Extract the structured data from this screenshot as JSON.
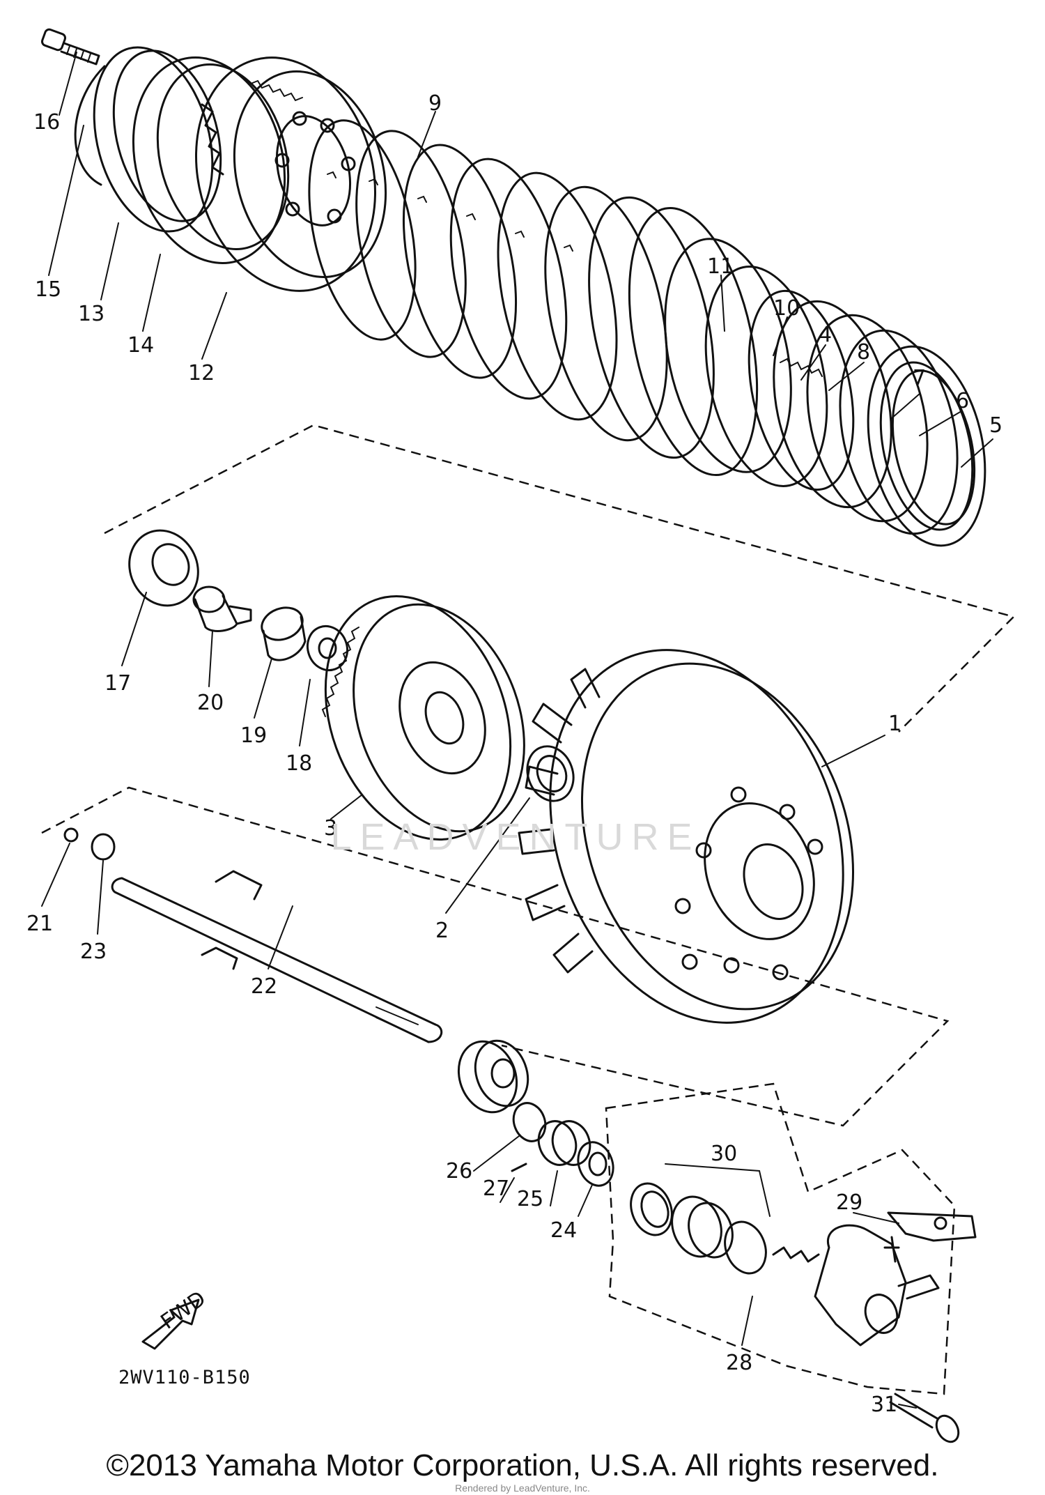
{
  "diagram": {
    "part_code": "2WV110-B150",
    "direction_arrow_label": "FWD",
    "watermark": "LEADVENTURE",
    "rendered_by": "Rendered by LeadVenture, Inc.",
    "copyright": "©2013 Yamaha Motor Corporation, U.S.A. All rights reserved.",
    "callouts": [
      "1",
      "2",
      "3",
      "4",
      "5",
      "6",
      "7",
      "8",
      "9",
      "10",
      "11",
      "12",
      "13",
      "14",
      "15",
      "16",
      "17",
      "18",
      "19",
      "20",
      "21",
      "22",
      "23",
      "24",
      "25",
      "26",
      "27",
      "28",
      "29",
      "30",
      "31"
    ]
  }
}
